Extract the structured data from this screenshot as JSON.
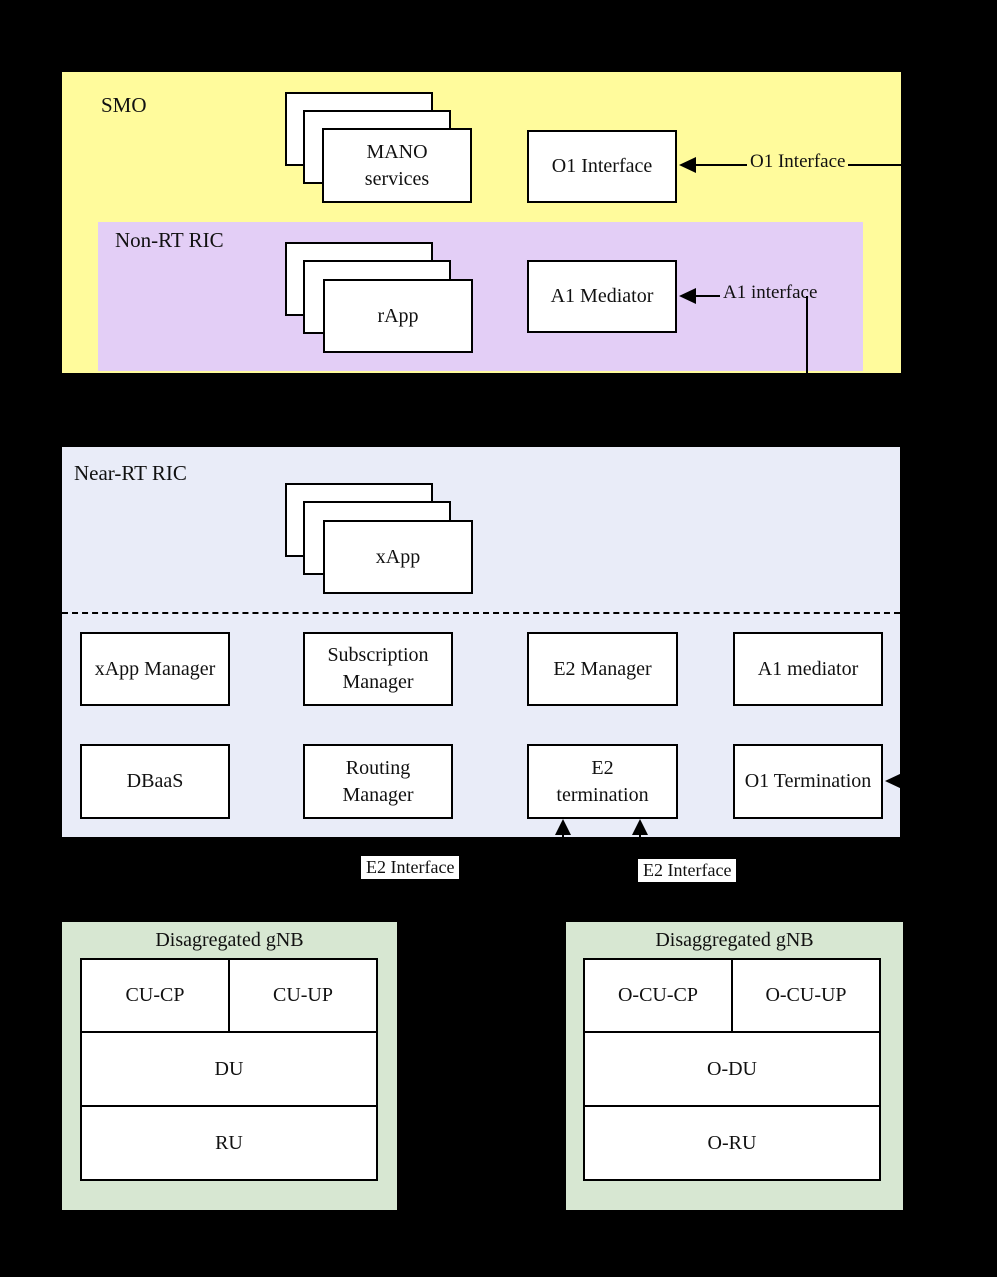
{
  "colors": {
    "canvas_bg": "#000000",
    "smo_bg": "#fffb9c",
    "non_rt_ric_bg": "#e3cef6",
    "near_rt_ric_bg": "#e9ecf8",
    "gnb_bg": "#d7e7d2",
    "box_bg": "#ffffff",
    "line": "#000000",
    "text": "#111111"
  },
  "smo": {
    "label": "SMO",
    "mano": {
      "line1": "MANO",
      "line2": "services"
    },
    "o1_box": "O1 Interface",
    "o1_arrow_label": "O1 Interface"
  },
  "non_rt_ric": {
    "label": "Non-RT RIC",
    "rapp": "rApp",
    "a1_box": "A1 Mediator",
    "a1_arrow_label": "A1 interface"
  },
  "near_rt_ric": {
    "label": "Near-RT RIC",
    "xapp": "xApp",
    "components": {
      "xapp_manager": "xApp Manager",
      "subscription": {
        "line1": "Subscription",
        "line2": "Manager"
      },
      "e2_manager": "E2 Manager",
      "a1_mediator": "A1 mediator",
      "dbaas": "DBaaS",
      "routing": {
        "line1": "Routing",
        "line2": "Manager"
      },
      "e2_termination": {
        "line1": "E2",
        "line2": "termination"
      },
      "o1_termination": "O1 Termination"
    }
  },
  "e2_labels": {
    "left": "E2 Interface",
    "right": "E2 Interface"
  },
  "gnb_left": {
    "title": "Disagregated gNB",
    "cu_cp": "CU-CP",
    "cu_up": "CU-UP",
    "du": "DU",
    "ru": "RU"
  },
  "gnb_right": {
    "title": "Disaggregated gNB",
    "cu_cp": "O-CU-CP",
    "cu_up": "O-CU-UP",
    "du": "O-DU",
    "ru": "O-RU"
  }
}
